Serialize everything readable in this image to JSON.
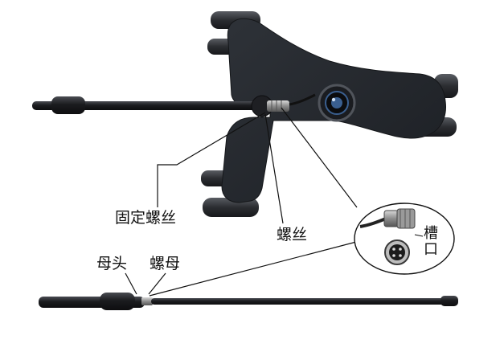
{
  "labels": {
    "fixing_screw": "固定螺丝",
    "screw": "螺丝",
    "female_head": "母头",
    "nut": "螺母",
    "slot_line1": "槽",
    "slot_line2": "口"
  },
  "colors": {
    "frame": "#23262c",
    "rod": "#1c1c1e",
    "wheel": "#2a2c31",
    "lens_ring": "#3a5f8f",
    "leader_line": "#111111",
    "background": "#ffffff"
  },
  "icons": [
    "crawler-frame-icon",
    "wheel-icon",
    "camera-lens-icon",
    "connector-plug-icon",
    "connector-socket-icon",
    "push-rod-icon"
  ]
}
